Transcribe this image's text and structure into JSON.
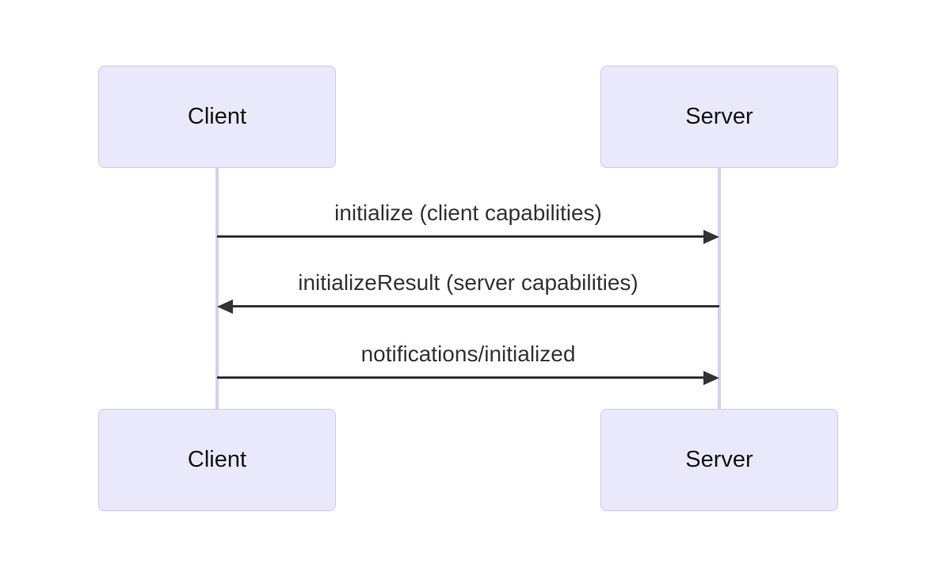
{
  "diagram": {
    "type": "sequence-diagram",
    "participants": [
      {
        "id": "client",
        "label": "Client"
      },
      {
        "id": "server",
        "label": "Server"
      }
    ],
    "messages": [
      {
        "from": "Client",
        "to": "Server",
        "direction": "right",
        "label": "initialize (client capabilities)"
      },
      {
        "from": "Server",
        "to": "Client",
        "direction": "left",
        "label": "initializeResult (server capabilities)"
      },
      {
        "from": "Client",
        "to": "Server",
        "direction": "right",
        "label": "notifications/initialized"
      }
    ],
    "colors": {
      "background": "#ffffff",
      "actor_fill": "#e9e9fb",
      "actor_border": "#cfc6ee",
      "actor_text": "#131313",
      "lifeline": "#d8cff0",
      "arrow": "#333333",
      "message_text": "#333333"
    }
  }
}
